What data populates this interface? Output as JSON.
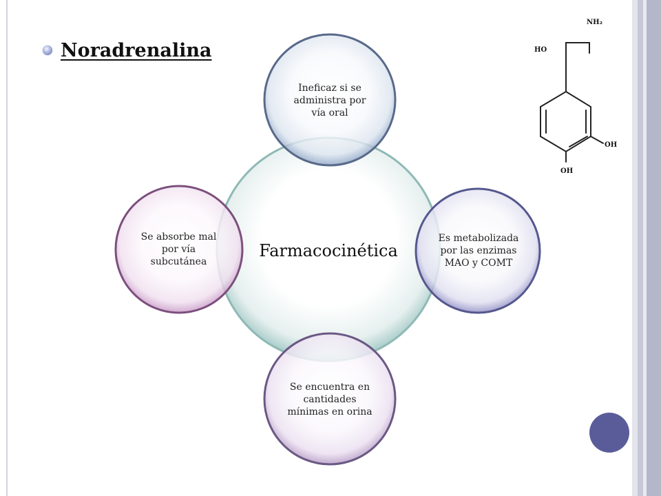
{
  "title": "Noradrenalina",
  "diagram": {
    "center": "Farmacocinética",
    "items": [
      {
        "label": "Ineficaz si se administra por vía oral",
        "color": "#8ea6c6"
      },
      {
        "label": "Es metabolizada por las enzimas MAO y COMT",
        "color": "#8e8cc4"
      },
      {
        "label": "Se encuentra en cantidades mínimas en orina",
        "color": "#b498c4"
      },
      {
        "label": "Se absorbe mal por vía subcutánea",
        "color": "#c898c6"
      }
    ],
    "center_color": "#a6cbc8"
  },
  "molecule": {
    "nh2": "NH₂",
    "ho": "HO",
    "oh_right": "OH",
    "oh_bottom": "OH"
  },
  "colors": {
    "accent_dot": "#5a5c9a",
    "side_band": "#b4b7ca"
  }
}
